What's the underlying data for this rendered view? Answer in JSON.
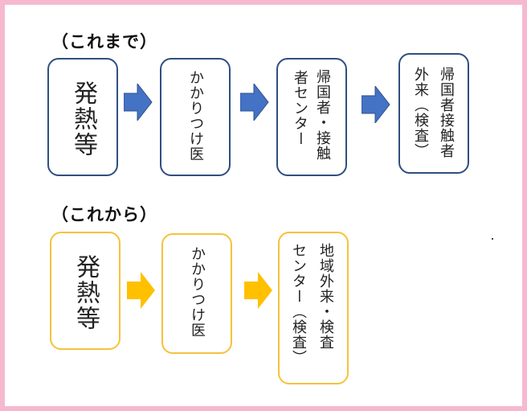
{
  "before": {
    "heading": "（これまで）",
    "steps": [
      [
        "発熱等"
      ],
      [
        "かかりつけ医"
      ],
      [
        "帰国者・接触",
        "者センター"
      ],
      [
        "帰国者接触者",
        "外来（検査）"
      ]
    ]
  },
  "after": {
    "heading": "（これから）",
    "steps": [
      [
        "発熱等"
      ],
      [
        "かかりつけ医"
      ],
      [
        "地域外来・検査",
        "センター（検査）"
      ]
    ]
  },
  "colors": {
    "before_border": "#2f4f7f",
    "before_arrow": "#4472c4",
    "after_border": "#f6c23c",
    "after_arrow": "#ffc000",
    "frame": "#f6b8cf"
  }
}
